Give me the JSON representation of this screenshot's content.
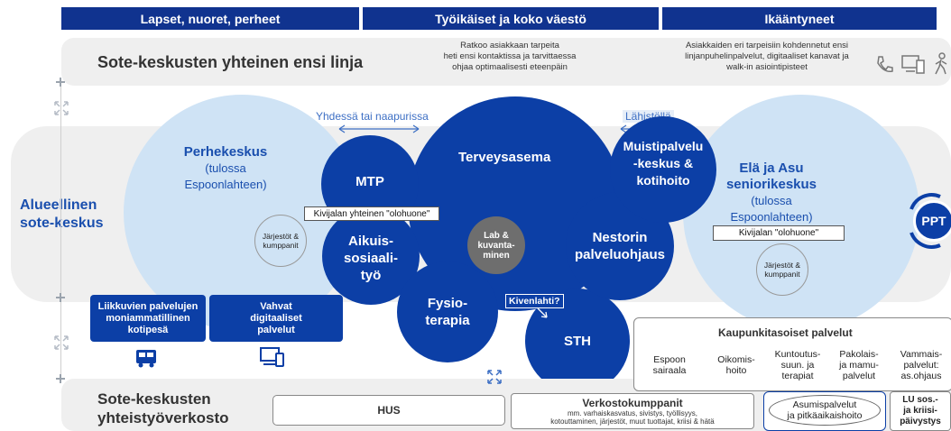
{
  "header": {
    "col1": "Lapset, nuoret, perheet",
    "col2": "Työikäiset ja koko väestö",
    "col3": "Ikääntyneet"
  },
  "first_line": {
    "title": "Sote-keskusten yhteinen ensi linja",
    "desc1": [
      "Ratkoo asiakkaan tarpeita",
      "heti ensi kontaktissa ja tarvittaessa",
      "ohjaa optimaalisesti eteenpäin"
    ],
    "desc2": [
      "Asiakkaiden eri tarpeisiin kohdennetut ensi",
      "linjanpuhelinpalvelut, digitaaliset kanavat ja",
      "walk-in asiointipisteet"
    ]
  },
  "regional": {
    "title": [
      "Alueellinen",
      "sote-keskus"
    ],
    "together": "Yhdessä tai naapurissa",
    "near": "Lähistöllä"
  },
  "circles": {
    "perhekeskus": [
      "Perhekeskus",
      "(tulossa",
      "Espoonlahteen)"
    ],
    "jarjestot_left": [
      "Järjestöt &",
      "kumppanit"
    ],
    "mtp": "MTP",
    "olohuone_left": "Kivijalan yhteinen \"olohuone\"",
    "aikuis": [
      "Aikuis-",
      "sosiaali-",
      "työ"
    ],
    "terveysasema": "Terveysasema",
    "lab": [
      "Lab &",
      "kuvanta-",
      "minen"
    ],
    "fysio": [
      "Fysio-",
      "terapia"
    ],
    "kivenlahti": "Kivenlahti?",
    "sth": "STH",
    "nestori": [
      "Nestorin",
      "palveluohjaus"
    ],
    "muisti": [
      "Muistipalvelu",
      "-keskus &",
      "kotihoito"
    ],
    "ela_asu": [
      "Elä ja Asu",
      "seniorikeskus"
    ],
    "ela_sub": [
      "(tulossa",
      "Espoonlahteen)"
    ],
    "olohuone_right": "Kivijalan \"olohuone\"",
    "jarjestot_right": [
      "Järjestöt &",
      "kumppanit"
    ],
    "ppt": "PPT"
  },
  "mobile": {
    "box1": [
      "Liikkuvien palvelujen",
      "moniammatillinen",
      "kotipesä"
    ],
    "box2": [
      "Vahvat",
      "digitaaliset",
      "palvelut"
    ]
  },
  "city": {
    "title": "Kaupunkitasoiset palvelut",
    "items": [
      [
        "Espoon",
        "sairaala"
      ],
      [
        "Oikomis-",
        "hoito"
      ],
      [
        "Kuntoutus-",
        "suun. ja",
        "terapiat"
      ],
      [
        "Pakolais-",
        "ja mamu-",
        "palvelut"
      ],
      [
        "Vammais-",
        "palvelut:",
        "as.ohjaus"
      ]
    ]
  },
  "network": {
    "title": [
      "Sote-keskusten",
      "yhteistyöverkosto"
    ],
    "hus": "HUS",
    "partners_title": "Verkostokumppanit",
    "partners_desc": [
      "mm. varhaiskasvatus, sivistys, työllisyys,",
      "kotouttaminen, järjestöt, muut tuottajat, kriisi & hätä"
    ],
    "asumis": [
      "Asumispalvelut",
      "ja pitkäaikaishoito"
    ],
    "lu": [
      "LU sos.-",
      "ja kriisi-",
      "päivystys"
    ]
  },
  "colors": {
    "dark_blue": "#0c3fa6",
    "light_blue": "#cfe3f5",
    "header_blue": "#10338f",
    "band_gray": "#efefef"
  }
}
